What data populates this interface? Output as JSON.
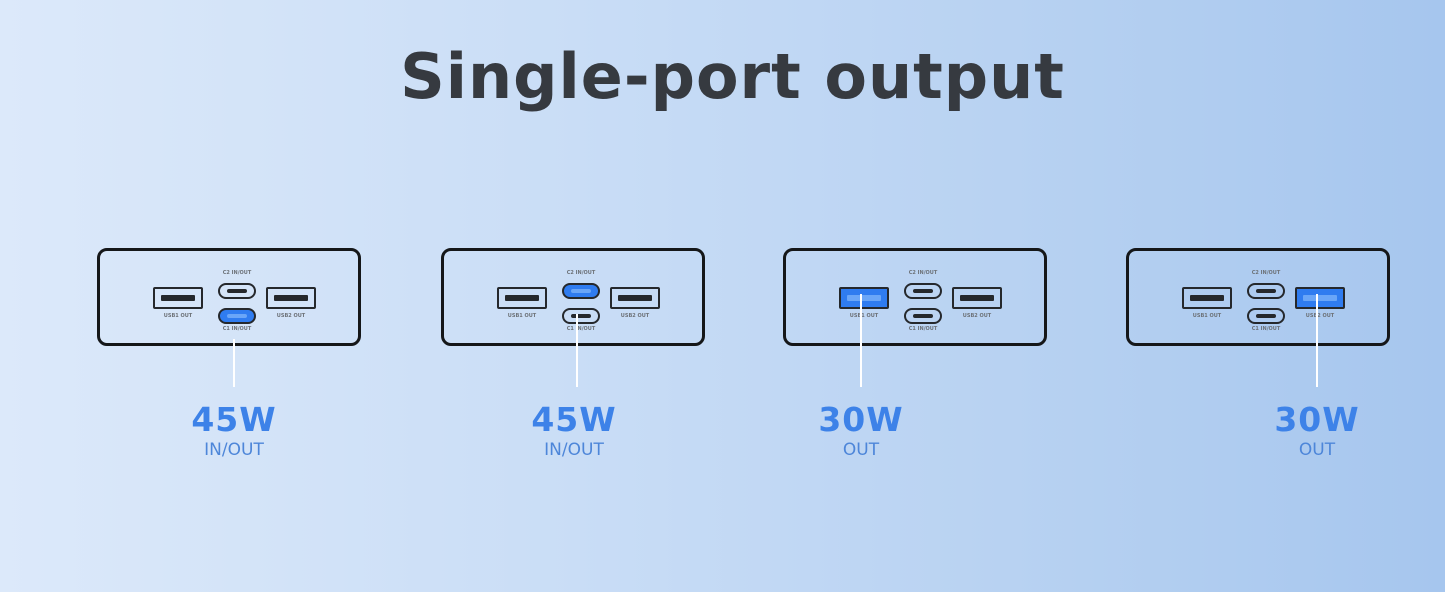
{
  "title": "Single-port output",
  "port_labels": {
    "usb1": "USB1 OUT",
    "usb2": "USB2 OUT",
    "c1": "C1 IN/OUT",
    "c2": "C2 IN/OUT"
  },
  "configurations": [
    {
      "active_port": "c1",
      "power": "45W",
      "mode": "IN/OUT"
    },
    {
      "active_port": "c2",
      "power": "45W",
      "mode": "IN/OUT"
    },
    {
      "active_port": "usb1",
      "power": "30W",
      "mode": "OUT"
    },
    {
      "active_port": "usb2",
      "power": "30W",
      "mode": "OUT"
    }
  ],
  "colors": {
    "accent": "#2f7cf0",
    "label_blue": "#3d82e8",
    "title": "#363a40",
    "outline": "#151719"
  }
}
